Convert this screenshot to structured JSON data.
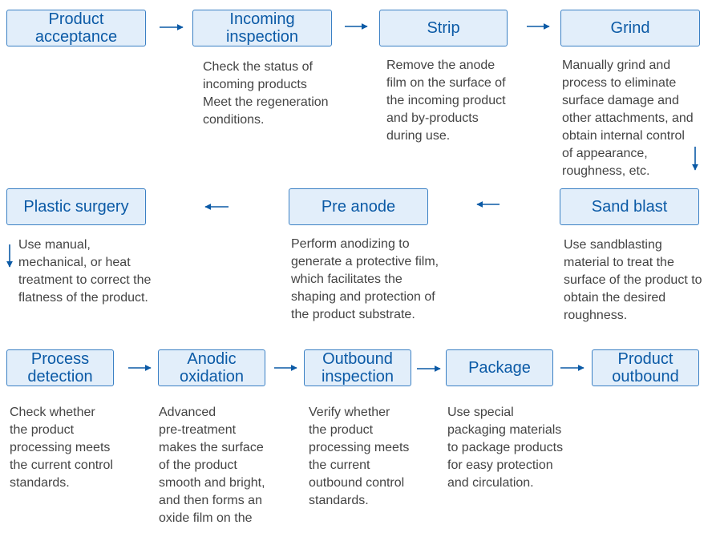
{
  "colors": {
    "box_fill": "#e2eefa",
    "box_border": "#3b80c4",
    "box_text": "#0b5aa6",
    "desc_text": "#444444",
    "arrow": "#0b5aa6"
  },
  "steps": [
    {
      "label": "Product\nacceptance",
      "desc": ""
    },
    {
      "label": "Incoming\ninspection",
      "desc": "Check the status of\nincoming products\nMeet the regeneration\nconditions."
    },
    {
      "label": "Strip",
      "desc": "Remove the anode\nfilm on the surface of\nthe incoming product\nand by-products\nduring use."
    },
    {
      "label": "Grind",
      "desc": "Manually grind and\nprocess to eliminate\nsurface damage and\nother attachments, and\nobtain internal control\nof appearance,\nroughness, etc."
    },
    {
      "label": "Sand blast",
      "desc": "Use sandblasting\nmaterial to treat the\nsurface of the product to\nobtain the desired\nroughness."
    },
    {
      "label": "Pre anode",
      "desc": "Perform anodizing to\ngenerate a protective film,\nwhich facilitates the\nshaping and protection of\nthe product substrate."
    },
    {
      "label": "Plastic surgery",
      "desc": "Use manual,\nmechanical, or heat\ntreatment to correct the\nflatness of the product."
    },
    {
      "label": "Process\ndetection",
      "desc": "Check whether\nthe product\nprocessing meets\nthe current control\nstandards."
    },
    {
      "label": "Anodic\noxidation",
      "desc": "Advanced\npre-treatment\nmakes the surface\nof the product\nsmooth and bright,\nand then forms an\noxide film on the"
    },
    {
      "label": "Outbound\ninspection",
      "desc": "Verify whether\nthe product\nprocessing meets\nthe current\noutbound control\nstandards."
    },
    {
      "label": "Package",
      "desc": "Use special\npackaging materials\nto package products\nfor easy protection\nand circulation."
    },
    {
      "label": "Product\noutbound",
      "desc": ""
    }
  ]
}
